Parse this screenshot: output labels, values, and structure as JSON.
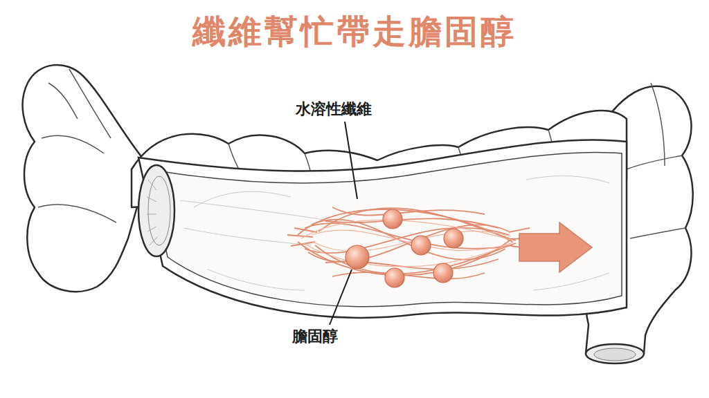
{
  "diagram": {
    "title": "纖維幫忙帶走膽固醇",
    "labels": [
      "水溶性纖維",
      "膽固醇"
    ]
  }
}
